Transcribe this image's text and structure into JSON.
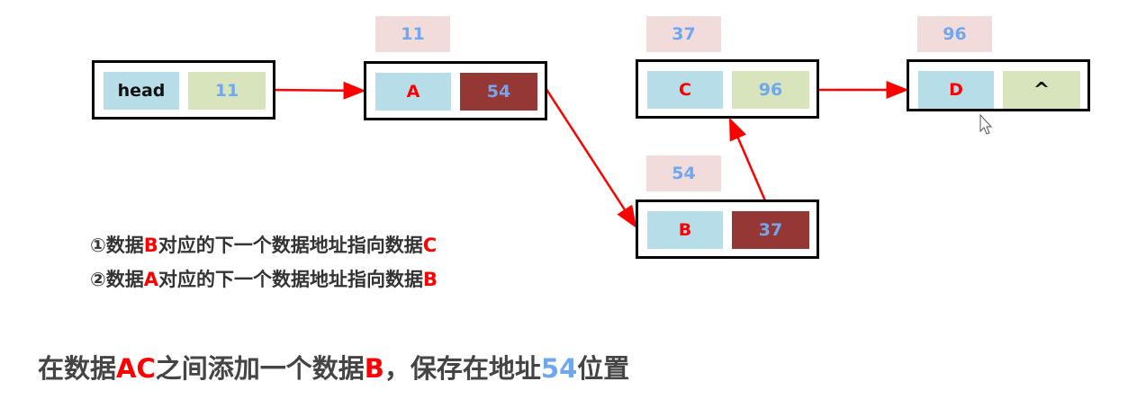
{
  "nodes": {
    "head": {
      "data": "head",
      "next": "11"
    },
    "A": {
      "address": "11",
      "data": "A",
      "next": "54"
    },
    "C": {
      "address": "37",
      "data": "C",
      "next": "96"
    },
    "D": {
      "address": "96",
      "data": "D",
      "next": "^"
    },
    "B": {
      "address": "54",
      "data": "B",
      "next": "37"
    }
  },
  "steps": [
    {
      "num": "①",
      "p1": "数据",
      "h1": "B",
      "p2": "对应的下一个数据地址指向数据",
      "h2": "C"
    },
    {
      "num": "②",
      "p1": "数据",
      "h1": "A",
      "p2": "对应的下一个数据地址指向数据",
      "h2": "B"
    }
  ],
  "caption": {
    "p1": "在数据",
    "h1": "AC",
    "p2": "之间添加一个数据",
    "h2": "B",
    "p3": "，保存在地址",
    "h3": "54",
    "p4": "位置"
  },
  "colors": {
    "pointer": "#ff0000",
    "data_cell": "#b7dde8",
    "next_cell": "#d8e4bc",
    "changed_cell": "#953735",
    "address_box": "#f2dcdb"
  }
}
